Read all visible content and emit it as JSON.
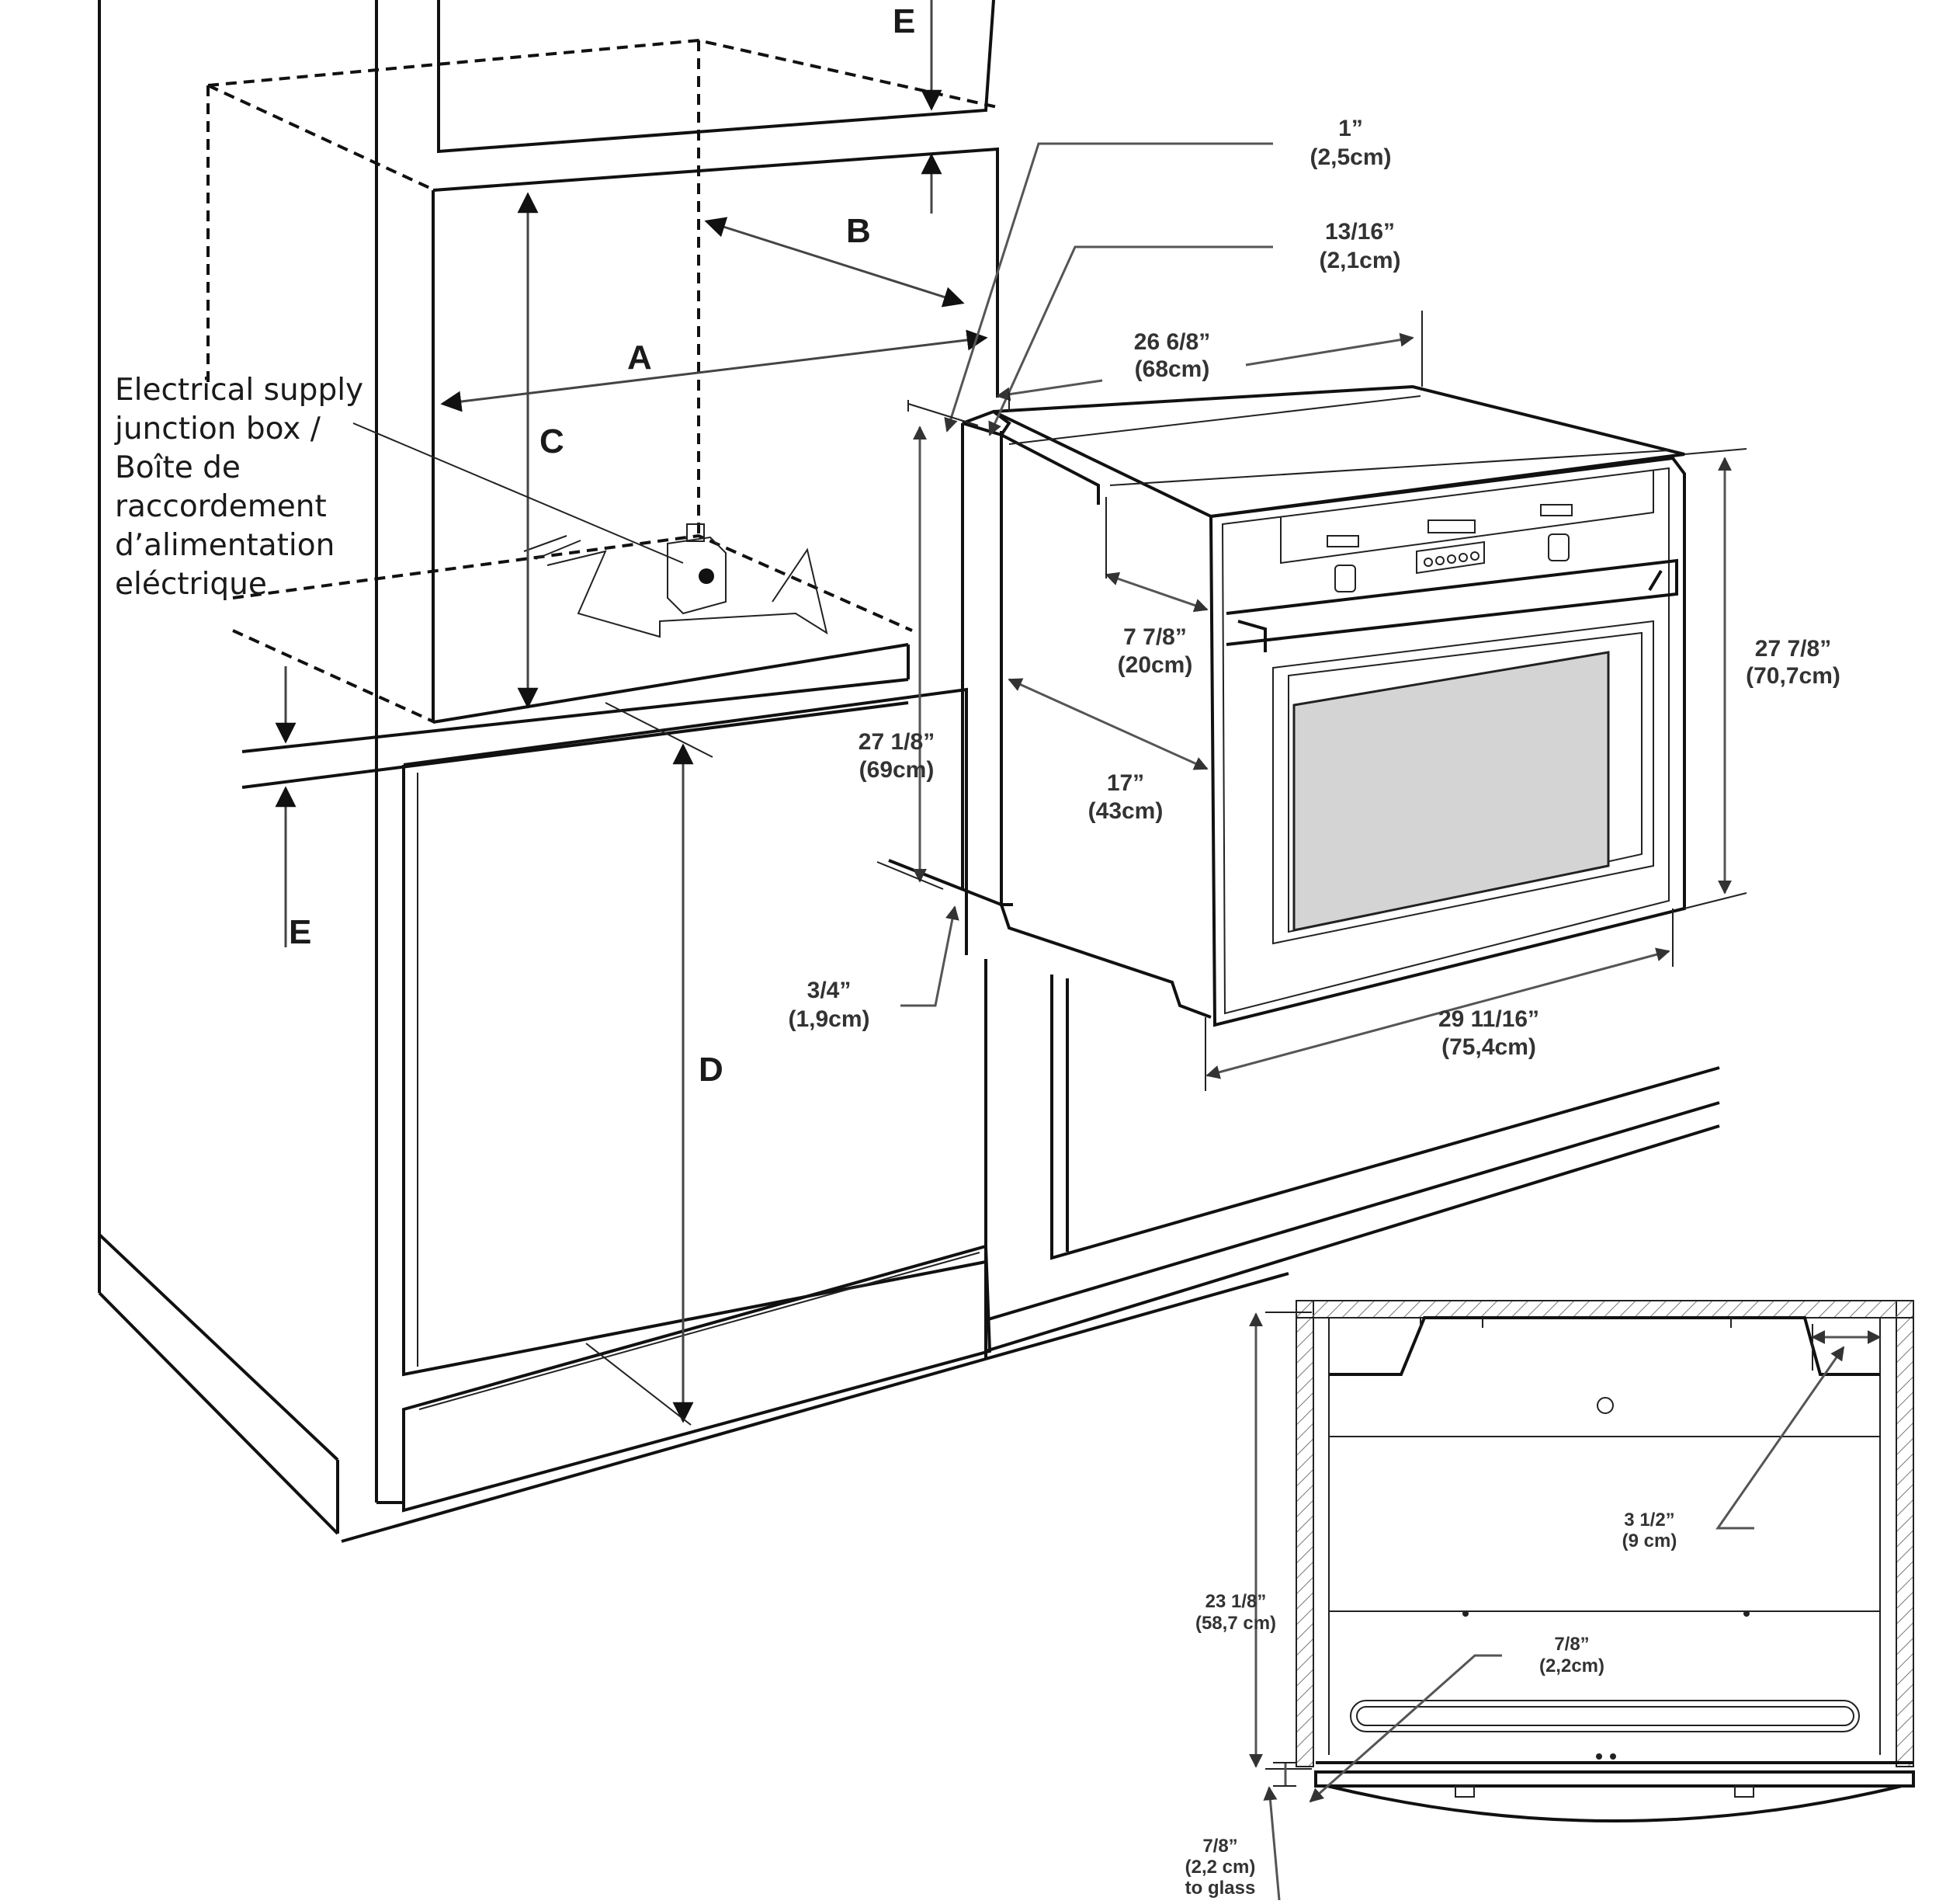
{
  "colors": {
    "line": "#111111",
    "dimension": "#444444",
    "window": "#d4d4d4",
    "hatch": "#777777"
  },
  "letters": {
    "A": "A",
    "B": "B",
    "C": "C",
    "D": "D",
    "E_top": "E",
    "E_bottom": "E"
  },
  "junction_box_note": [
    "Electrical supply",
    "junction box /",
    "Boîte de",
    "raccordement",
    "d’alimentation",
    "eléctrique"
  ],
  "dimensions": {
    "d1in": {
      "imperial": "1”",
      "metric": "(2,5cm)"
    },
    "d13_16": {
      "imperial": "13/16”",
      "metric": "(2,1cm)"
    },
    "d26": {
      "imperial": "26 6/8”",
      "metric": "(68cm)"
    },
    "d7_7_8": {
      "imperial": "7 7/8”",
      "metric": "(20cm)"
    },
    "d27_7_8": {
      "imperial": "27 7/8”",
      "metric": "(70,7cm)"
    },
    "d27_1_8": {
      "imperial": "27 1/8”",
      "metric": "(69cm)"
    },
    "d17": {
      "imperial": "17”",
      "metric": "(43cm)"
    },
    "d3_4": {
      "imperial": "3/4”",
      "metric": "(1,9cm)"
    },
    "d29": {
      "imperial": "29 11/16”",
      "metric": "(75,4cm)"
    },
    "d3_1_2": {
      "imperial": "3 1/2”",
      "metric": "(9 cm)"
    },
    "d23_1_8": {
      "imperial": "23 1/8”",
      "metric": "(58,7 cm)"
    },
    "d7_8a": {
      "imperial": "7/8”",
      "metric": "(2,2cm)"
    },
    "d7_8b": {
      "imperial": "7/8”",
      "metric": "(2,2 cm)",
      "note": "to glass"
    }
  }
}
